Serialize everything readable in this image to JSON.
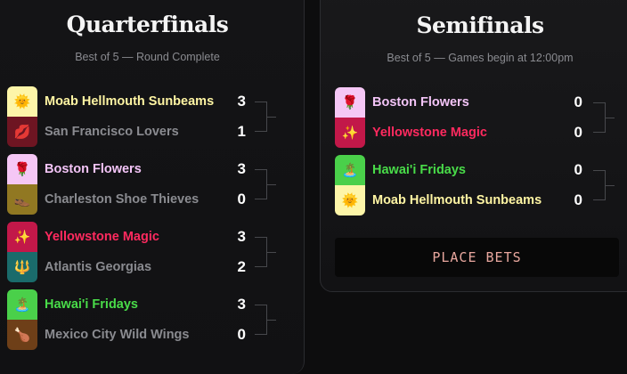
{
  "quarterfinals": {
    "title": "Quarterfinals",
    "subtitle": "Best of 5 — Round Complete",
    "matches": [
      {
        "teams": [
          {
            "name": "Moab Hellmouth Sunbeams",
            "score": "3",
            "icon": "sun-icon",
            "glyph": "🌞",
            "bg": "#fdf5a8",
            "text_color": "#fff5a3"
          },
          {
            "name": "San Francisco Lovers",
            "score": "1",
            "icon": "kiss-icon",
            "glyph": "💋",
            "bg": "#6e1522",
            "text_color": "#8a8b90"
          }
        ]
      },
      {
        "teams": [
          {
            "name": "Boston Flowers",
            "score": "3",
            "icon": "rose-icon",
            "glyph": "🌹",
            "bg": "#f5c7f5",
            "text_color": "#f3c4f7"
          },
          {
            "name": "Charleston Shoe Thieves",
            "score": "0",
            "icon": "shoe-icon",
            "glyph": "👞",
            "bg": "#917822",
            "text_color": "#8a8b90"
          }
        ]
      },
      {
        "teams": [
          {
            "name": "Yellowstone Magic",
            "score": "3",
            "icon": "sparkles-icon",
            "glyph": "✨",
            "bg": "#c21849",
            "text_color": "#ff2a5f"
          },
          {
            "name": "Atlantis Georgias",
            "score": "2",
            "icon": "trident-icon",
            "glyph": "🔱",
            "bg": "#1a6b6b",
            "text_color": "#8a8b90"
          }
        ]
      },
      {
        "teams": [
          {
            "name": "Hawai'i Fridays",
            "score": "3",
            "icon": "island-icon",
            "glyph": "🏝️",
            "bg": "#4ad04a",
            "text_color": "#49dc49"
          },
          {
            "name": "Mexico City Wild Wings",
            "score": "0",
            "icon": "drumstick-icon",
            "glyph": "🍗",
            "bg": "#6e3f18",
            "text_color": "#8a8b90"
          }
        ]
      }
    ]
  },
  "semifinals": {
    "title": "Semifinals",
    "subtitle": "Best of 5 — Games begin at 12:00pm",
    "matches": [
      {
        "teams": [
          {
            "name": "Boston Flowers",
            "score": "0",
            "icon": "rose-icon",
            "glyph": "🌹",
            "bg": "#f5c7f5",
            "text_color": "#f3c4f7"
          },
          {
            "name": "Yellowstone Magic",
            "score": "0",
            "icon": "sparkles-icon",
            "glyph": "✨",
            "bg": "#c21849",
            "text_color": "#ff2a5f"
          }
        ]
      },
      {
        "teams": [
          {
            "name": "Hawai'i Fridays",
            "score": "0",
            "icon": "island-icon",
            "glyph": "🏝️",
            "bg": "#4ad04a",
            "text_color": "#49dc49"
          },
          {
            "name": "Moab Hellmouth Sunbeams",
            "score": "0",
            "icon": "sun-icon",
            "glyph": "🌞",
            "bg": "#fdf5a8",
            "text_color": "#fff5a3"
          }
        ]
      }
    ],
    "place_bets_label": "PLACE BETS"
  }
}
